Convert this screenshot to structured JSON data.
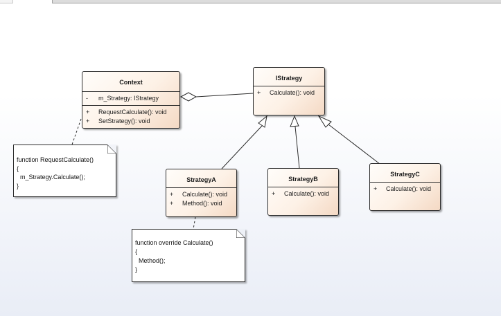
{
  "diagram": {
    "classes": {
      "context": {
        "name": "Context",
        "attributes": [
          {
            "vis": "-",
            "text": "m_Strategy: IStrategy"
          }
        ],
        "operations": [
          {
            "vis": "+",
            "text": "RequestCalculate(): void"
          },
          {
            "vis": "+",
            "text": "SetStrategy(): void"
          }
        ]
      },
      "istrategy": {
        "name": "IStrategy",
        "operations": [
          {
            "vis": "+",
            "text": "Calculate(): void"
          }
        ]
      },
      "strategy_a": {
        "name": "StrategyA",
        "operations": [
          {
            "vis": "+",
            "text": "Calculate(): void"
          },
          {
            "vis": "+",
            "text": "Method(): void"
          }
        ]
      },
      "strategy_b": {
        "name": "StrategyB",
        "operations": [
          {
            "vis": "+",
            "text": "Calculate(): void"
          }
        ]
      },
      "strategy_c": {
        "name": "StrategyC",
        "operations": [
          {
            "vis": "+",
            "text": "Calculate(): void"
          }
        ]
      }
    },
    "notes": {
      "context_note": [
        "function RequestCalculate()",
        "{",
        "  m_Strategy.Calculate();",
        "}"
      ],
      "strategy_a_note": [
        "function override Calculate()",
        "{",
        "  Method();",
        "}"
      ]
    }
  }
}
